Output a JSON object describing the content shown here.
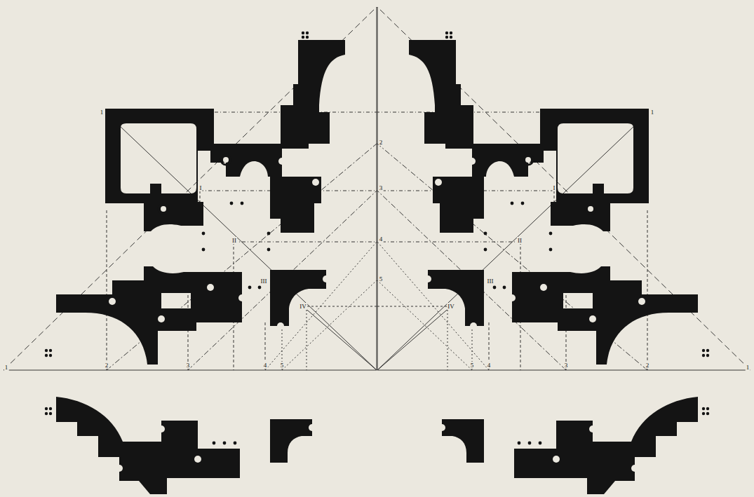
{
  "diagram": {
    "labels": [
      "1",
      "1",
      "2",
      "3",
      "4",
      "5",
      "I",
      "I",
      "II",
      "II",
      "III",
      "III",
      "IV",
      "IV",
      "1",
      "2",
      "3",
      "4",
      "5",
      "5",
      "4",
      "3",
      "2",
      "1"
    ]
  }
}
